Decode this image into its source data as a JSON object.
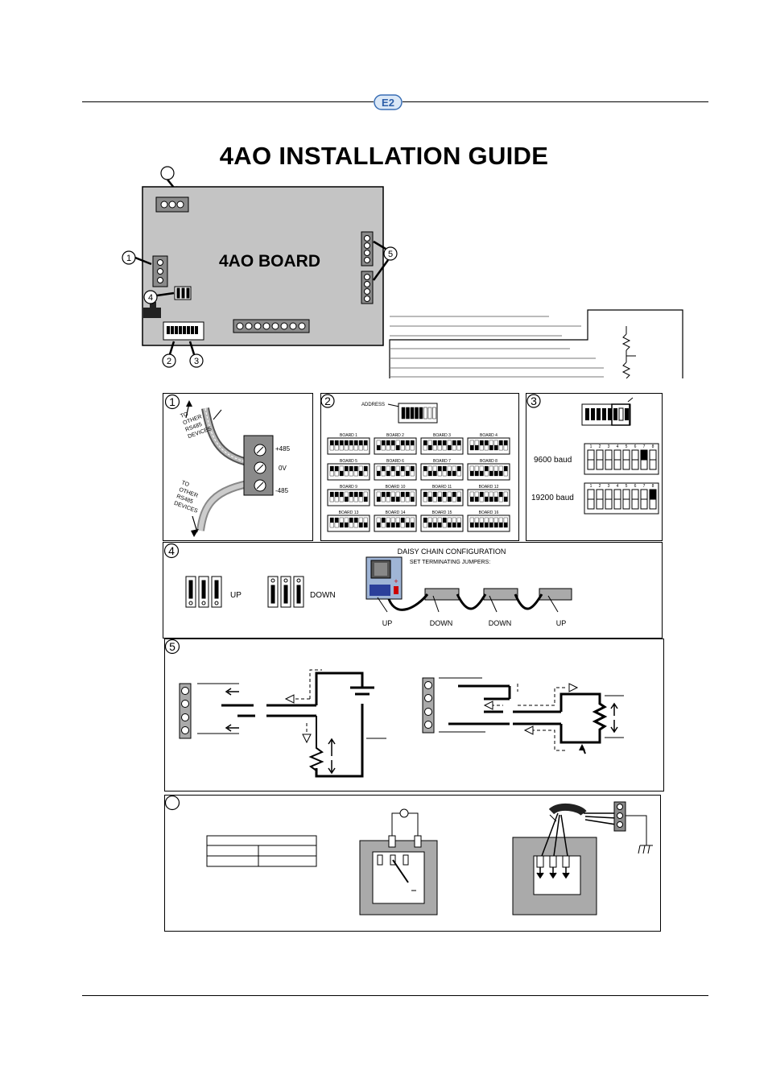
{
  "header": {
    "logo_text": "E2"
  },
  "title": "4AO  INSTALLATION GUIDE",
  "board": {
    "label": "4AO BOARD",
    "callouts": [
      "1",
      "2",
      "3",
      "4",
      "5"
    ]
  },
  "panel1": {
    "number": "1",
    "to_other_top": [
      "TO",
      "OTHER",
      "RS485",
      "DEVICES"
    ],
    "to_other_bottom": [
      "TO",
      "OTHER",
      "RS485",
      "DEVICES"
    ],
    "terminals": [
      "+485",
      "0V",
      "-485"
    ]
  },
  "panel2": {
    "number": "2",
    "address_label": "ADDRESS",
    "boards": [
      "BOARD 1",
      "BOARD 2",
      "BOARD 3",
      "BOARD 4",
      "BOARD 5",
      "BOARD 6",
      "BOARD 7",
      "BOARD 8",
      "BOARD 9",
      "BOARD 10",
      "BOARD 11",
      "BOARD 12",
      "BOARD 13",
      "BOARD 14",
      "BOARD 15",
      "BOARD 16"
    ]
  },
  "panel3": {
    "number": "3",
    "baud_9600": "9600 baud",
    "baud_19200": "19200 baud",
    "switch_numbers": [
      "1",
      "2",
      "3",
      "4",
      "5",
      "6",
      "7",
      "8"
    ]
  },
  "panel4": {
    "number": "4",
    "up_label": "UP",
    "down_label": "DOWN",
    "chain_title": "DAISY CHAIN CONFIGURATION",
    "chain_subtitle": "SET TERMINATING JUMPERS:",
    "chain_labels": [
      "UP",
      "DOWN",
      "DOWN",
      "UP"
    ]
  },
  "panel5": {
    "number": "5"
  }
}
